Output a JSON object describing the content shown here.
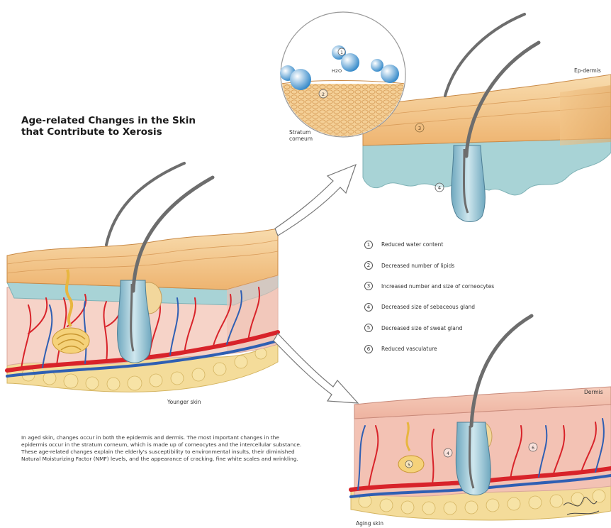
{
  "title": {
    "line1": "Age-related Changes in the Skin",
    "line2": "that Contribute to Xerosis"
  },
  "labels": {
    "stratum_line1": "Stratum",
    "stratum_line2": "corneum",
    "epidermis": "Ep-dermis",
    "younger_skin": "Younger skin",
    "dermis": "Dermis",
    "aging_skin": "Aging skin",
    "h2o": "H2O"
  },
  "legend": [
    {
      "num": "1",
      "text": "Reduced water content"
    },
    {
      "num": "2",
      "text": "Decreased number of lipids"
    },
    {
      "num": "3",
      "text": "Increased number and size of corneocytes"
    },
    {
      "num": "4",
      "text": "Decreased size of sebaceous gland"
    },
    {
      "num": "5",
      "text": "Decreased size of sweat gland"
    },
    {
      "num": "6",
      "text": "Reduced vasculature"
    }
  ],
  "caption": "In aged skin, changes occur in both the epidermis and dermis. The most important changes in the epidermis occur in the stratum corneum, which is made up of corneocytes and the intercellular substance. These age-related changes explain the elderly's susceptibility to environmental insults, their diminished Natural Moisturizing Factor (NMF) levels, and the appearance of cracking, fine white scales and wrinkling.",
  "colors": {
    "epidermis": "#f3c98e",
    "dermis": "#f6cfc4",
    "aging_dermis": "#f3bfb3",
    "fat": "#f4dc9a",
    "blue_layer": "#a8d3d6",
    "artery": "#d8232a",
    "vein": "#2f5fb3",
    "hair": "#6d6d6d",
    "sweat_gland": "#e8b640"
  }
}
